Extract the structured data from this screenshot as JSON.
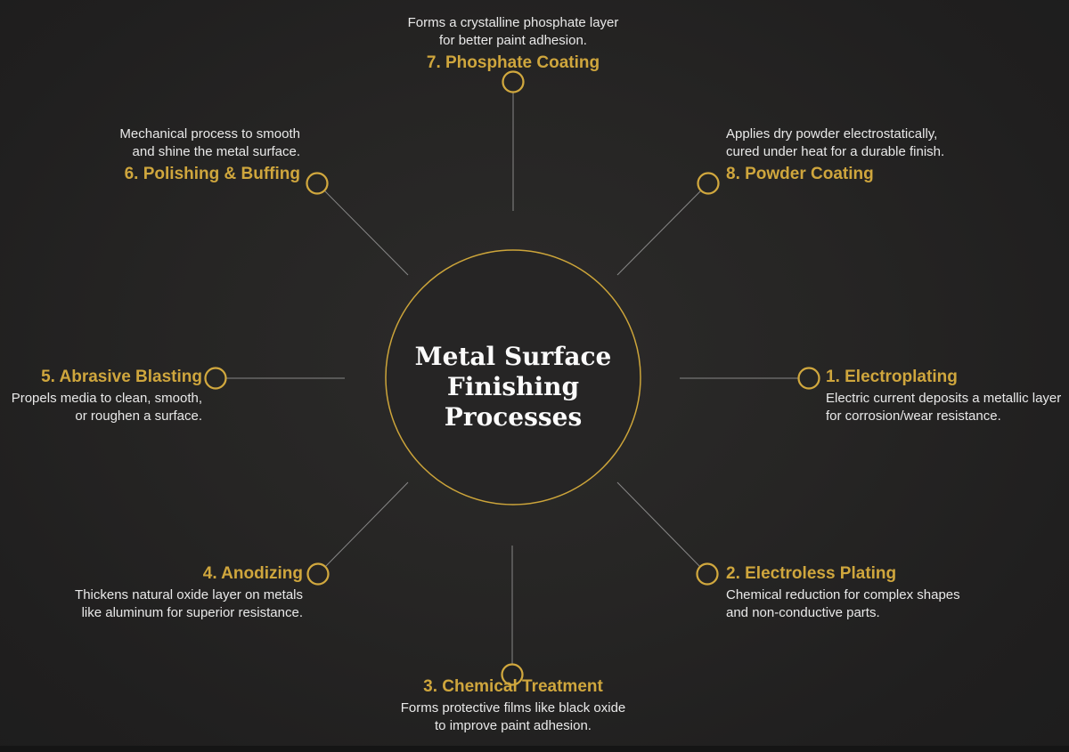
{
  "center": {
    "title_lines": [
      "Metal Surface",
      "Finishing",
      "Processes"
    ]
  },
  "nodes": [
    {
      "title": "1. Electroplating",
      "desc_lines": [
        "Electric current deposits a metallic layer",
        "for corrosion/wear resistance."
      ]
    },
    {
      "title": "2. Electroless Plating",
      "desc_lines": [
        "Chemical reduction for complex shapes",
        "and non-conductive parts."
      ]
    },
    {
      "title": "3. Chemical Treatment",
      "desc_lines": [
        "Forms protective films like black oxide",
        "to improve paint adhesion."
      ]
    },
    {
      "title": "4. Anodizing",
      "desc_lines": [
        "Thickens natural oxide layer on metals",
        "like aluminum for superior resistance."
      ]
    },
    {
      "title": "5. Abrasive Blasting",
      "desc_lines": [
        "Propels media to clean, smooth,",
        "or roughen a surface."
      ]
    },
    {
      "title": "6. Polishing & Buffing",
      "desc_lines": [
        "Mechanical process to smooth",
        "and shine the metal surface."
      ]
    },
    {
      "title": "7. Phosphate Coating",
      "desc_lines": [
        "Forms a crystalline phosphate layer",
        "for better paint adhesion."
      ]
    },
    {
      "title": "8. Powder Coating",
      "desc_lines": [
        "Applies dry powder electrostatically,",
        "cured under heat for a durable finish."
      ]
    }
  ],
  "colors": {
    "accent_gold": "#CFA63D",
    "background": "#232221",
    "description_text": "#E9E9E9",
    "center_text": "#FBFBFB",
    "connector_line": "#A0A0A0"
  }
}
